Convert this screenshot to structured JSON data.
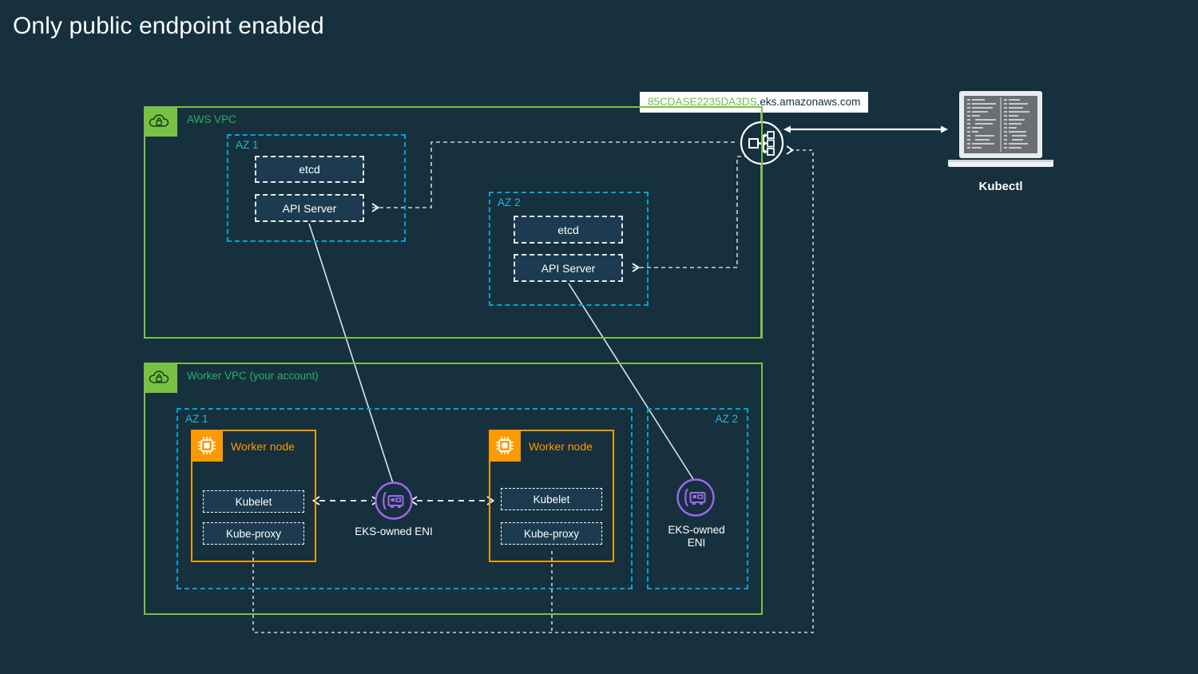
{
  "title": "Only public endpoint enabled",
  "colors": {
    "background": "#16303d",
    "vpc_green": "#7ac143",
    "vpc_label_green": "#2bb062",
    "az_cyan": "#00a4d6",
    "worker_orange": "#ff9900",
    "eni_purple": "#a166f0",
    "box_fill": "#1c3b50",
    "line_white": "#e8e8e8",
    "url_host_green": "#6cbe45"
  },
  "endpoint": {
    "host": "85CDASE2235DA3DS",
    "domain": ".eks.amazonaws.com",
    "icon": "endpoint-distribution-icon"
  },
  "kubectl": {
    "label": "Kubectl",
    "icon": "laptop-terminal-icon"
  },
  "aws_vpc": {
    "label": "AWS VPC",
    "badge_icon": "cloud-lock-icon",
    "zones": [
      {
        "label": "AZ 1",
        "components": [
          {
            "label": "etcd"
          },
          {
            "label": "API Server"
          }
        ]
      },
      {
        "label": "AZ 2",
        "components": [
          {
            "label": "etcd"
          },
          {
            "label": "API Server"
          }
        ]
      }
    ]
  },
  "worker_vpc": {
    "label": "Worker VPC (your account)",
    "badge_icon": "cloud-lock-icon",
    "zones": [
      {
        "label": "AZ 1",
        "worker_nodes": [
          {
            "label": "Worker node",
            "badge_icon": "cpu-chip-icon",
            "components": [
              {
                "label": "Kubelet"
              },
              {
                "label": "Kube-proxy"
              }
            ]
          },
          {
            "label": "Worker node",
            "badge_icon": "cpu-chip-icon",
            "components": [
              {
                "label": "Kubelet"
              },
              {
                "label": "Kube-proxy"
              }
            ]
          }
        ],
        "eni": {
          "label": "EKS-owned ENI",
          "icon": "network-interface-icon"
        }
      },
      {
        "label": "AZ 2",
        "eni": {
          "label": "EKS-owned\nENI",
          "icon": "network-interface-icon"
        }
      }
    ]
  }
}
